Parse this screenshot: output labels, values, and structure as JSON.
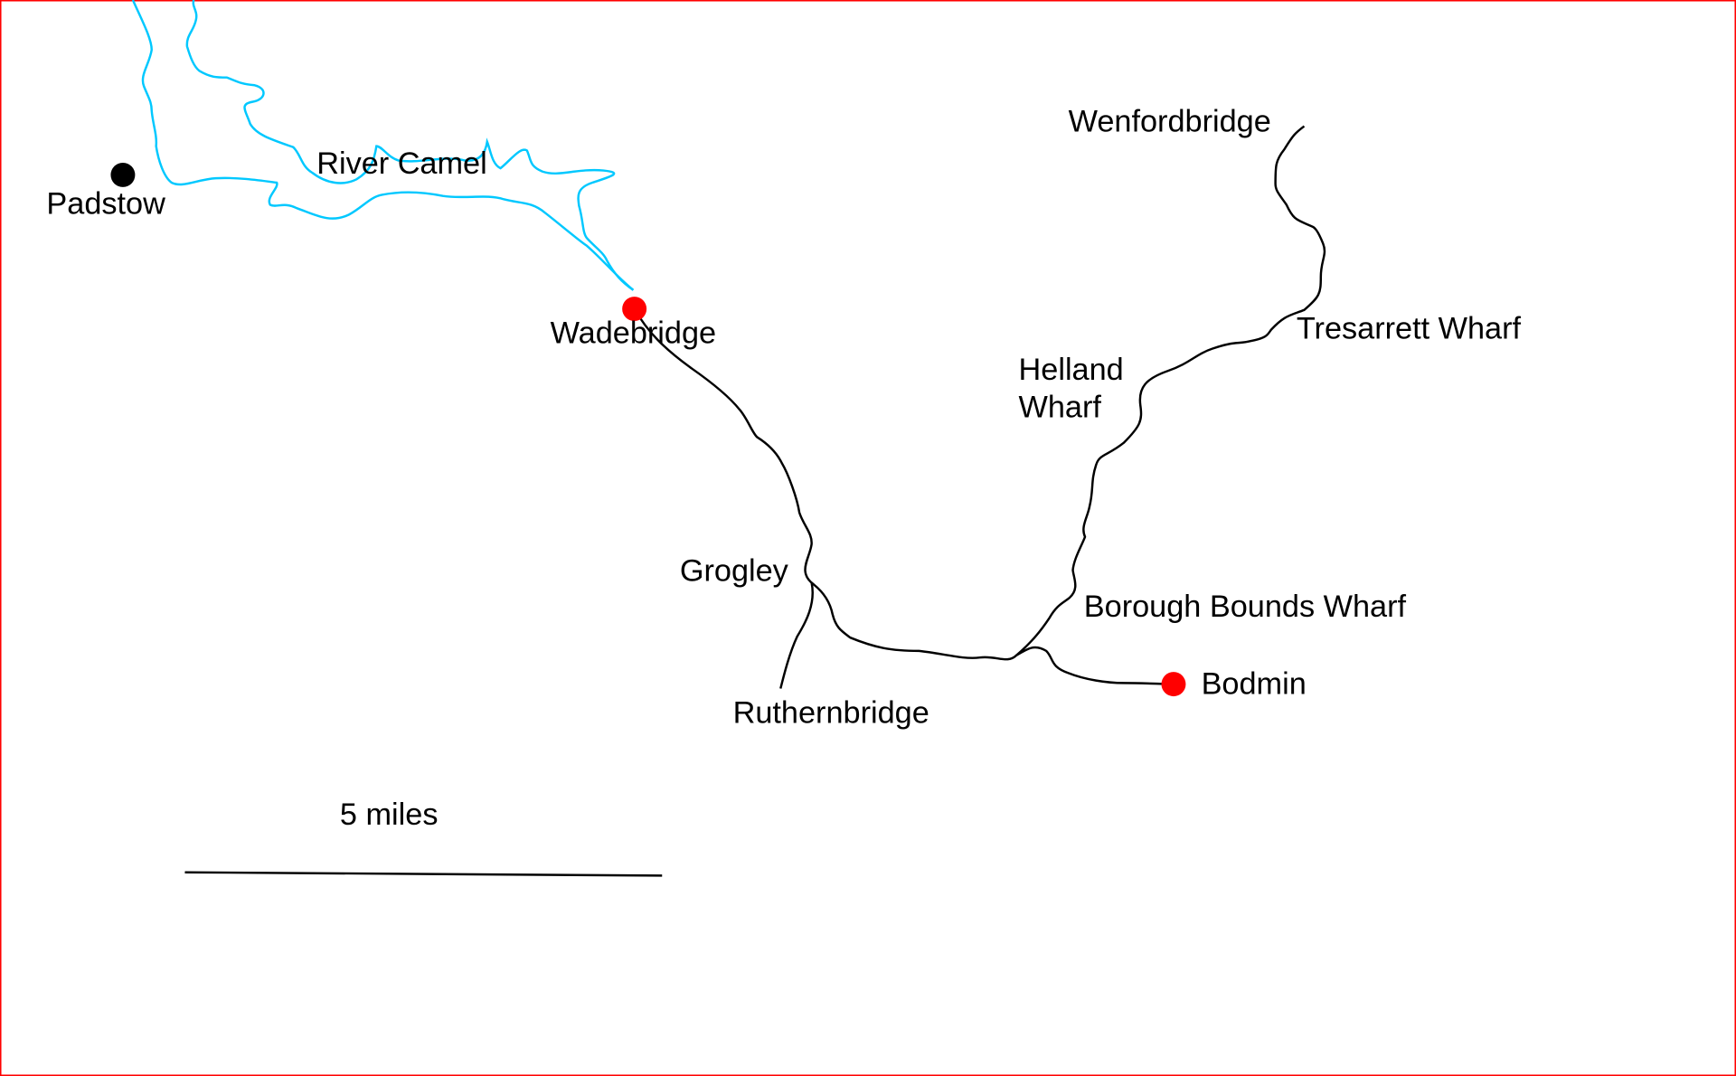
{
  "colors": {
    "river": "#00c8ff",
    "railway": "#000000",
    "station": "#ff0000",
    "town": "#000000",
    "border": "#ff0000"
  },
  "labels": {
    "padstow": "Padstow",
    "river": "River Camel",
    "wadebridge": "Wadebridge",
    "wenfordbridge": "Wenfordbridge",
    "tresarrett": "Tresarrett Wharf",
    "helland_1": "Helland",
    "helland_2": "Wharf",
    "grogley": "Grogley",
    "borough": "Borough Bounds Wharf",
    "bodmin": "Bodmin",
    "ruthernbridge": "Ruthernbridge"
  },
  "scale": {
    "label": "5 miles"
  }
}
